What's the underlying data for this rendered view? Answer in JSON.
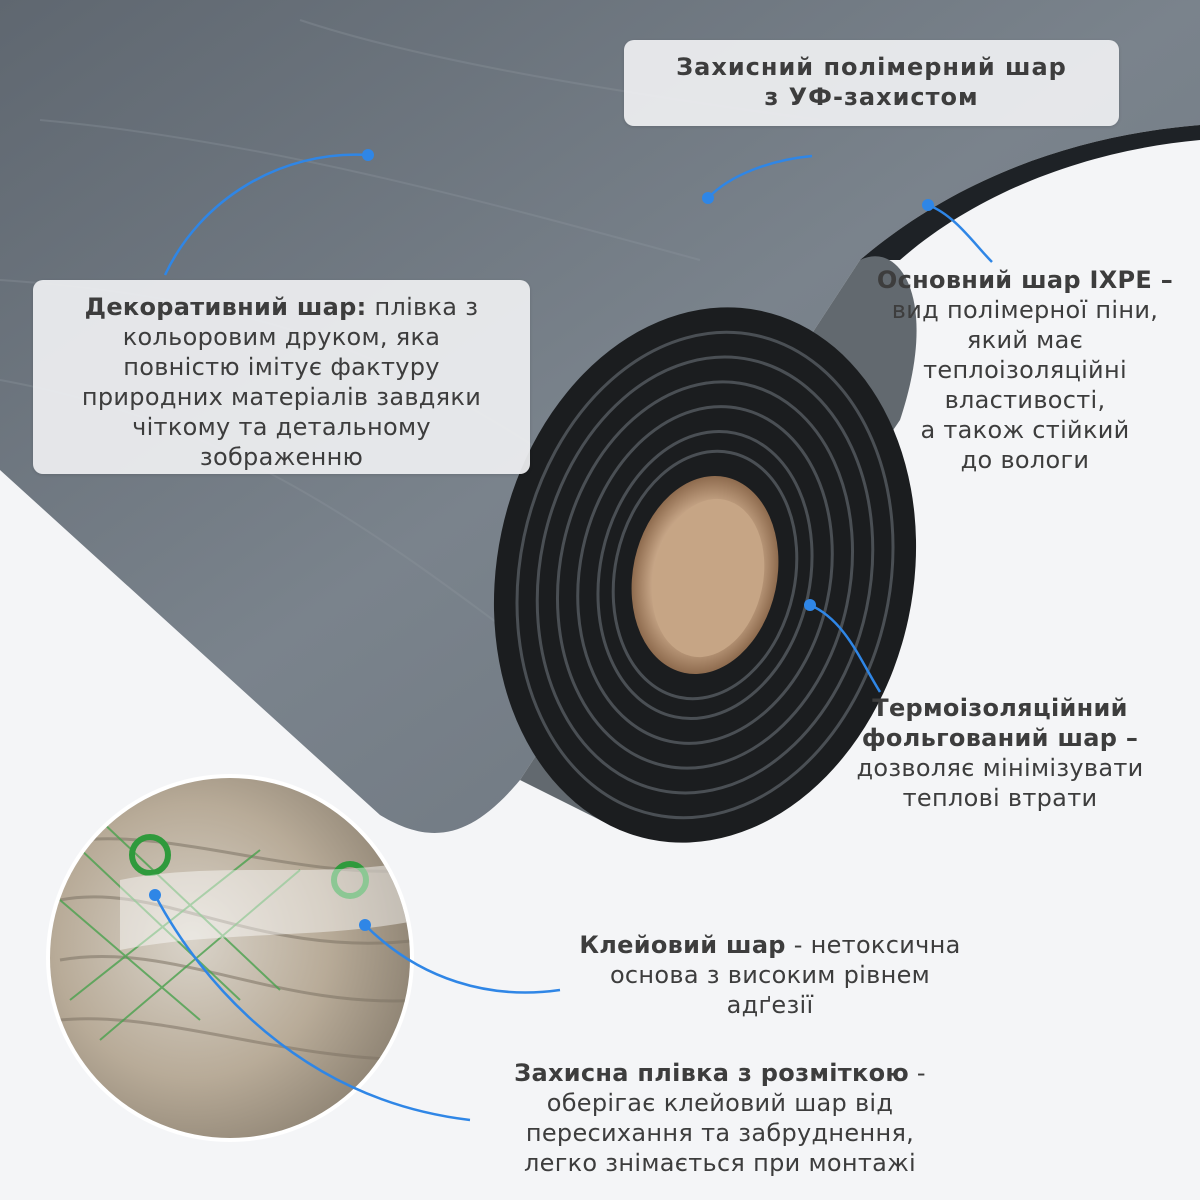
{
  "labels": {
    "protective_polymer": {
      "title_line1": "Захисний полімерний шар",
      "title_line2": "з УФ-захистом"
    },
    "decorative": {
      "title": "Декоративний шар:",
      "line1_rest": " плівка з",
      "line2": "кольоровим друком, яка",
      "line3": "повністю імітує фактуру",
      "line4": "природних матеріалів завдяки",
      "line5": "чіткому та детальному",
      "line6": "зображенню"
    },
    "ixpe": {
      "title": "Основний шар IXPE –",
      "line2": "вид полімерної піни,",
      "line3": "який має",
      "line4": "теплоізоляційні",
      "line5": "властивості,",
      "line6": "а також стійкий",
      "line7": "до вологи"
    },
    "thermal_foil": {
      "title_line1": "Термоізоляційний",
      "title_line2": "фольгований шар  –",
      "line3": "дозволяє мінімізувати",
      "line4": "теплові втрати"
    },
    "adhesive": {
      "title": "Клейовий шар",
      "line1_rest": " - нетоксична",
      "line2": "основа з високим рівнем",
      "line3": "адґезії"
    },
    "protective_film": {
      "title": "Захисна плівка з розміткою",
      "line1_rest": " -",
      "line2": "оберігає клейовий шар від",
      "line3": "пересихання та забруднення,",
      "line4": "легко знімається при монтажі"
    }
  },
  "colors": {
    "accent_line": "#2f86e6",
    "text": "#3d3d3d",
    "product_gray": "#6e7780",
    "core_cardboard": "#c8a989",
    "foam_dark": "#1b1d1f"
  }
}
